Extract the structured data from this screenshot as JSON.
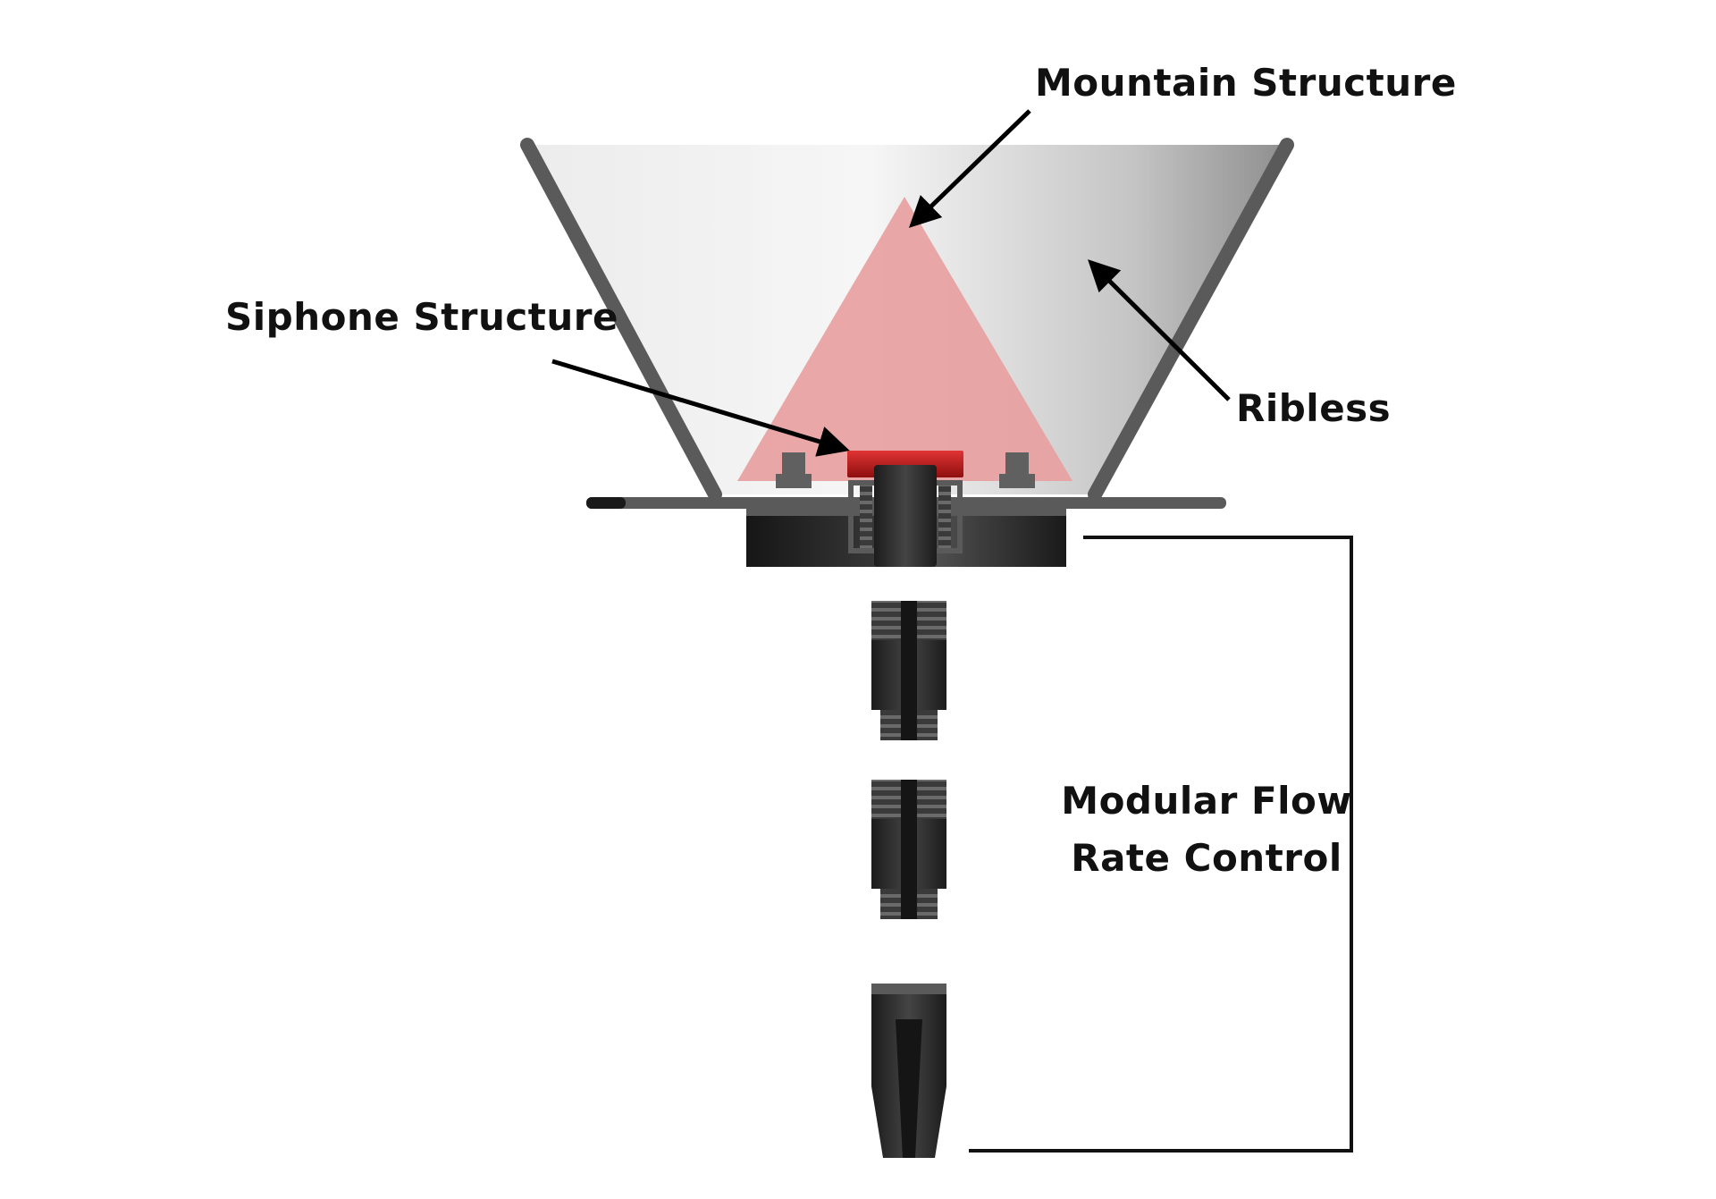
{
  "labels": {
    "mountain_structure": "Mountain Structure",
    "siphone_structure": "Siphone Structure",
    "ribless": "Ribless",
    "modular_flow_line1": "Modular Flow",
    "modular_flow_line2": "Rate Control"
  },
  "colors": {
    "background": "#ffffff",
    "cone_wall": "#5a5a5a",
    "cone_fill_light": "#f2f2f2",
    "cone_fill_dark": "#9a9a9a",
    "mountain": "#e8a0a0",
    "siphon_red": "#cc1f1f",
    "base_dark": "#1e1e1e",
    "nozzle_dark": "#2a2a2a",
    "bracket_line": "#111111"
  },
  "parts": {
    "nozzle_segments": 3
  }
}
